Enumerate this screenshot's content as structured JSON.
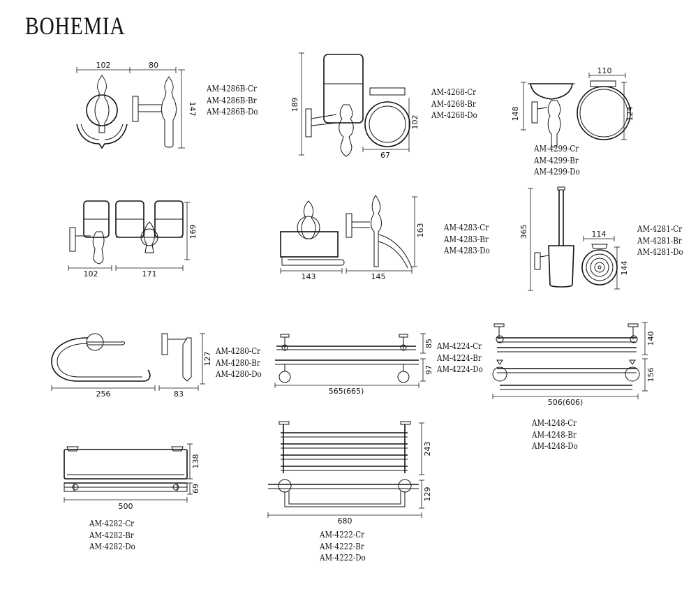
{
  "title": "BOHEMIA",
  "products": [
    {
      "id": "4286B",
      "codes": [
        "AM-4286B-Cr",
        "AM-4286B-Br",
        "AM-4286B-Do"
      ],
      "dims": [
        "102",
        "80",
        "147"
      ]
    },
    {
      "id": "4268",
      "codes": [
        "AM-4268-Cr",
        "AM-4268-Br",
        "AM-4268-Do"
      ],
      "dims": [
        "189",
        "102",
        "67"
      ]
    },
    {
      "id": "4299",
      "codes": [
        "AM-4299-Cr",
        "AM-4299-Br",
        "AM-4299-Do"
      ],
      "dims": [
        "110",
        "148",
        "124"
      ]
    },
    {
      "id": "4283",
      "codes": [
        "AM-4283-Cr",
        "AM-4283-Br",
        "AM-4283-Do"
      ],
      "dims": [
        "163",
        "143",
        "145"
      ]
    },
    {
      "id": "4281",
      "codes": [
        "AM-4281-Cr",
        "AM-4281-Br",
        "AM-4281-Do"
      ],
      "dims": [
        "365",
        "114",
        "144"
      ]
    },
    {
      "id": "4280",
      "codes": [
        "AM-4280-Cr",
        "AM-4280-Br",
        "AM-4280-Do"
      ],
      "dims": [
        "127",
        "256",
        "83"
      ]
    },
    {
      "id": "4224",
      "codes": [
        "AM-4224-Cr",
        "AM-4224-Br",
        "AM-4224-Do"
      ],
      "dims": [
        "85",
        "97",
        "565(665)"
      ]
    },
    {
      "id": "4248",
      "codes": [
        "AM-4248-Cr",
        "AM-4248-Br",
        "AM-4248-Do"
      ],
      "dims": [
        "140",
        "156",
        "506(606)"
      ]
    },
    {
      "id": "4282",
      "codes": [
        "AM-4282-Cr",
        "AM-4282-Br",
        "AM-4282-Do"
      ],
      "dims": [
        "138",
        "69",
        "500"
      ]
    },
    {
      "id": "4222",
      "codes": [
        "AM-4222-Cr",
        "AM-4222-Br",
        "AM-4222-Do"
      ],
      "dims": [
        "243",
        "129",
        "680"
      ]
    }
  ],
  "cups": {
    "dims": [
      "169",
      "102",
      "171"
    ]
  }
}
